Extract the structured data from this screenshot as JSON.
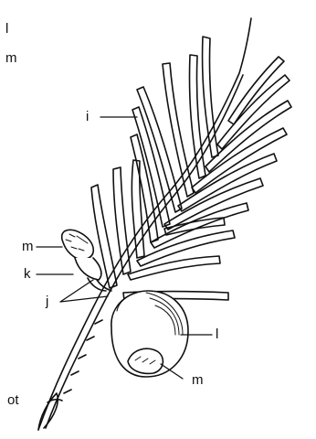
{
  "labels": {
    "top_l": "l",
    "top_m": "m",
    "needle": "i",
    "cone_m": "m",
    "cone_k": "k",
    "scale_j": "j",
    "aril_l": "l",
    "aril_m": "m",
    "bottom_text": "ot"
  }
}
